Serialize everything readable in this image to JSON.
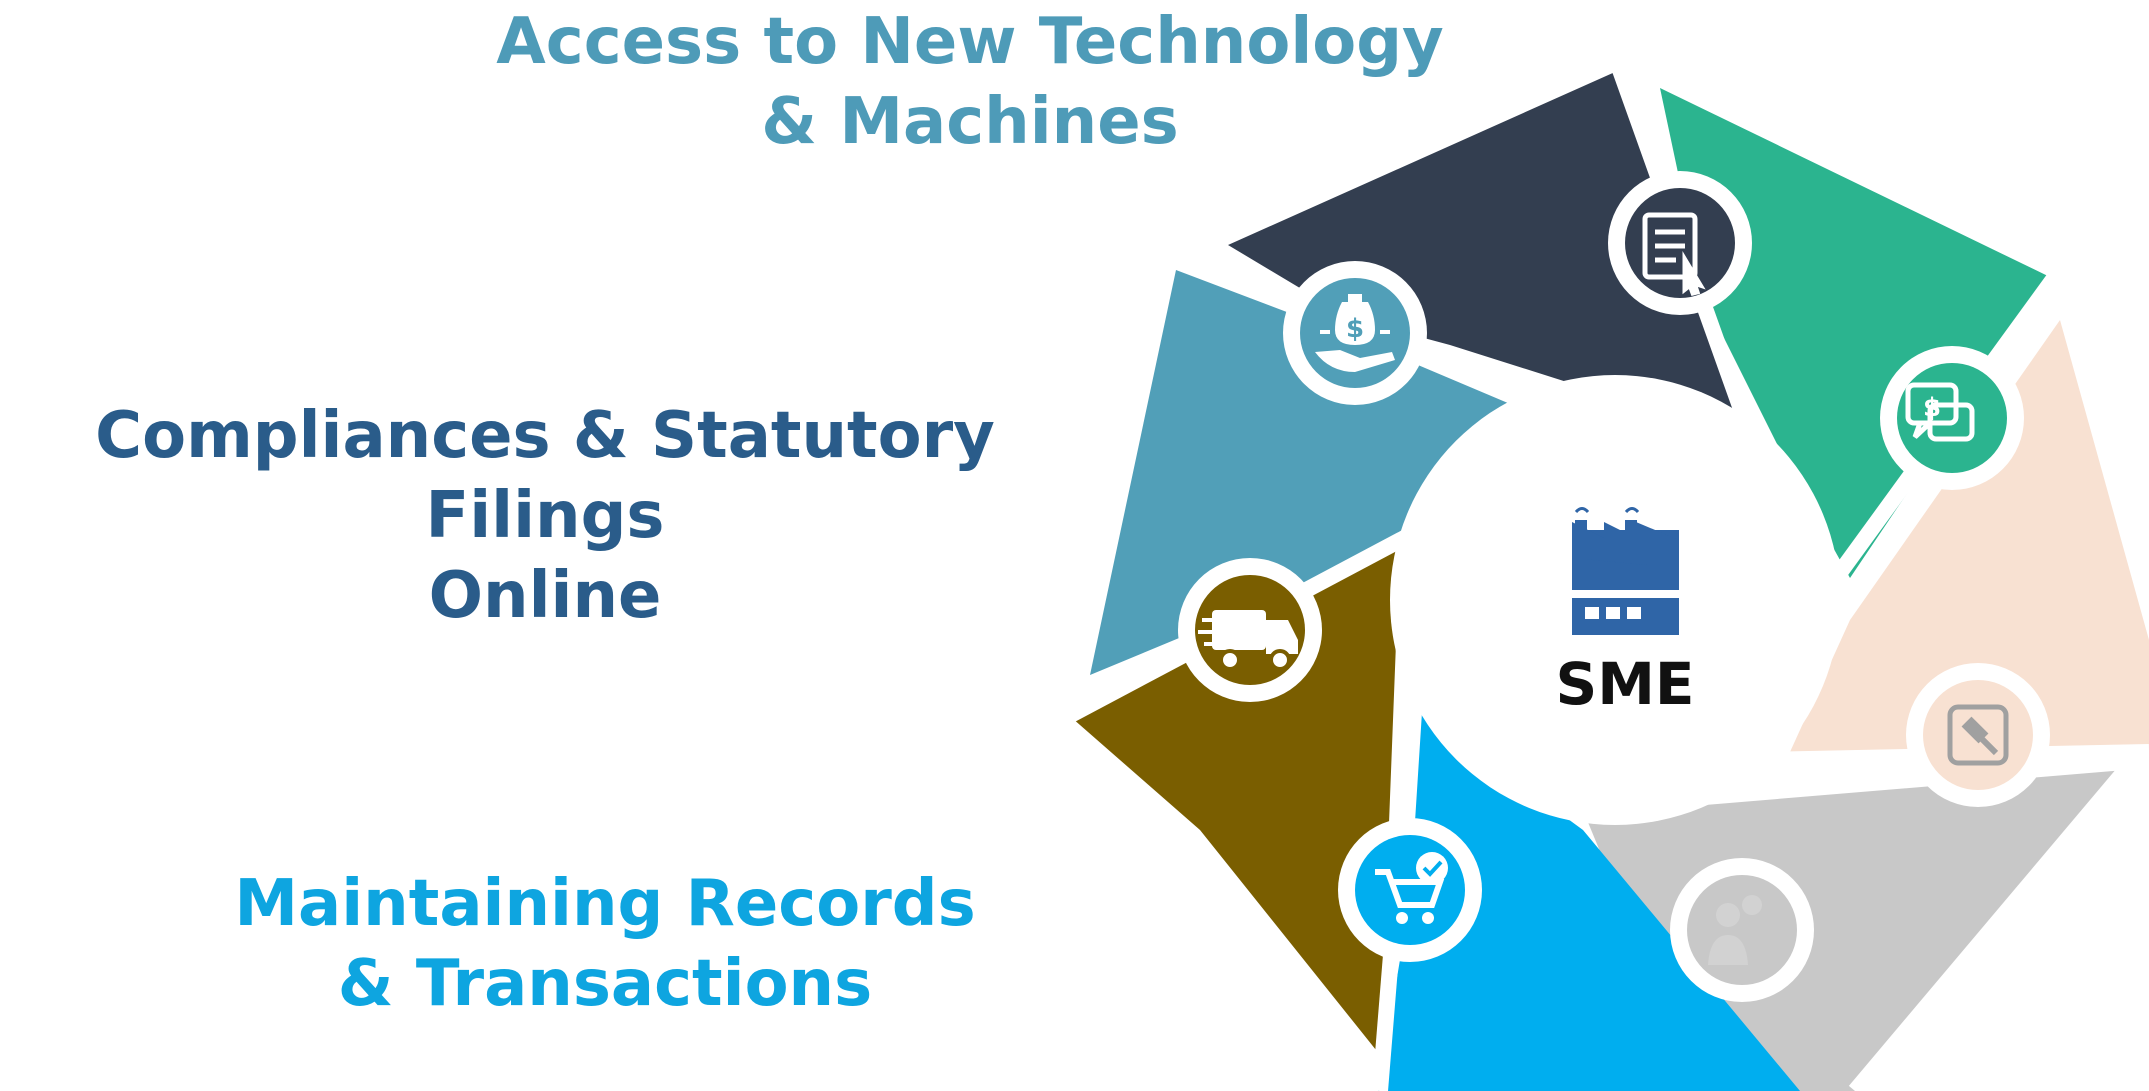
{
  "labels": {
    "technology": {
      "line1": "Access to New Technology",
      "line2": "& Machines"
    },
    "compliance": {
      "line1": "Compliances & Statutory Filings",
      "line2": "Online"
    },
    "records": {
      "line1": "Maintaining Records",
      "line2": "& Transactions"
    }
  },
  "center": {
    "label": "SME",
    "icon": "factory-icon"
  },
  "colors": {
    "technology_text": "#4e9bb8",
    "compliance_text": "#2a5c8a",
    "records_text": "#0ea5e0",
    "segment_navy": "#333e50",
    "segment_green": "#2bb48f",
    "segment_peach": "#f8e1d2",
    "segment_gray": "#c8c8c8",
    "segment_cyan": "#00aeef",
    "segment_olive": "#7a5e00",
    "segment_teal": "#519fb8",
    "factory_blue": "#2f65a7",
    "icon_white": "#ffffff",
    "icon_gray": "#a0a0a0"
  },
  "segments": [
    {
      "id": "navy",
      "icon": "document-cursor-icon"
    },
    {
      "id": "green",
      "icon": "money-chat-icon"
    },
    {
      "id": "peach",
      "icon": "gavel-icon"
    },
    {
      "id": "gray",
      "icon": "people-icon"
    },
    {
      "id": "cyan",
      "icon": "cart-check-icon"
    },
    {
      "id": "olive",
      "icon": "delivery-truck-icon"
    },
    {
      "id": "teal",
      "icon": "money-hand-icon"
    }
  ]
}
